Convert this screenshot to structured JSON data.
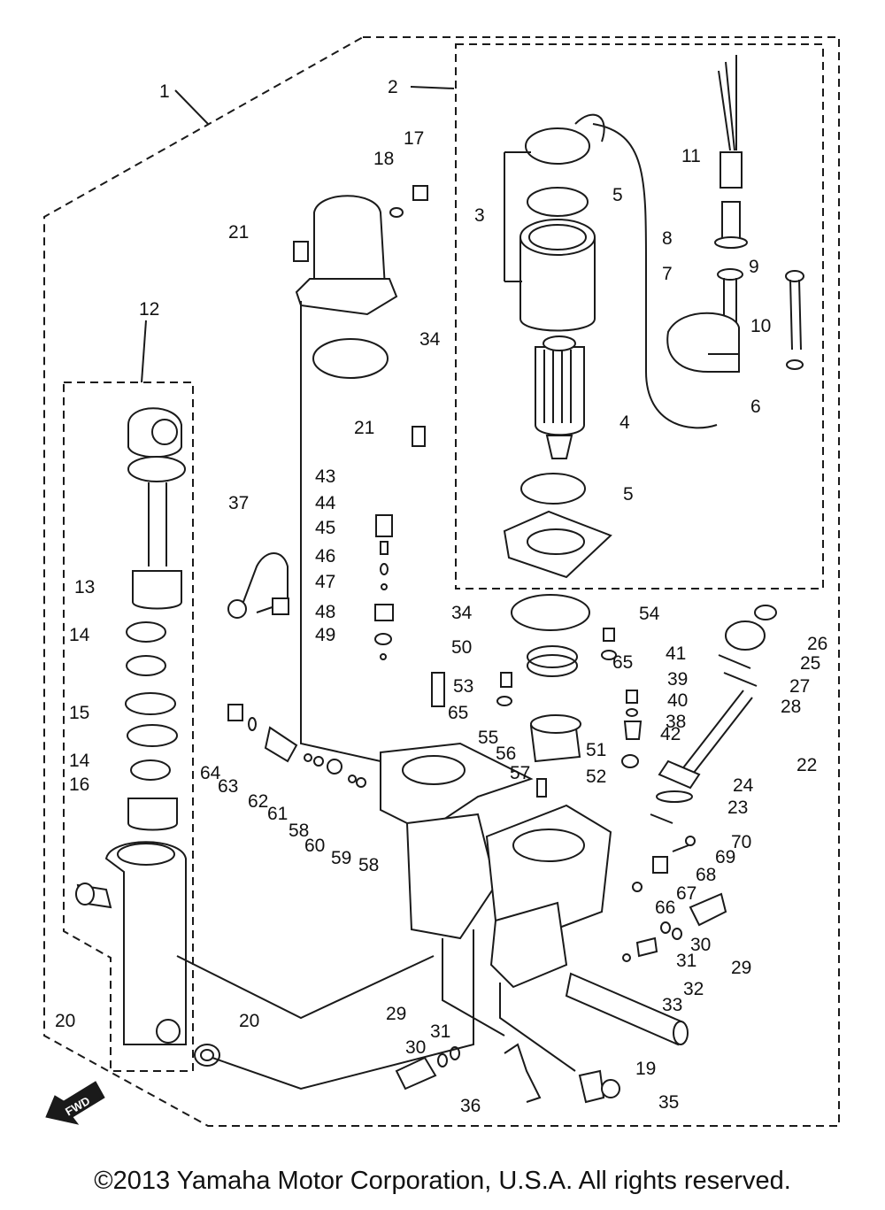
{
  "diagram": {
    "fwd_label": "FWD",
    "parts": [
      "1",
      "2",
      "3",
      "4",
      "5",
      "5",
      "6",
      "7",
      "8",
      "9",
      "10",
      "11",
      "12",
      "13",
      "14",
      "15",
      "14",
      "16",
      "17",
      "18",
      "19",
      "20",
      "20",
      "21",
      "21",
      "22",
      "23",
      "24",
      "25",
      "26",
      "27",
      "28",
      "29",
      "29",
      "30",
      "30",
      "31",
      "31",
      "32",
      "33",
      "34",
      "34",
      "35",
      "36",
      "37",
      "38",
      "39",
      "40",
      "41",
      "42",
      "43",
      "44",
      "45",
      "46",
      "47",
      "48",
      "49",
      "50",
      "51",
      "52",
      "53",
      "54",
      "55",
      "56",
      "57",
      "58",
      "58",
      "59",
      "60",
      "61",
      "62",
      "63",
      "64",
      "65",
      "65",
      "66",
      "67",
      "68",
      "69",
      "70"
    ]
  },
  "footer": {
    "copyright": "©2013 Yamaha Motor Corporation, U.S.A. All rights reserved."
  }
}
